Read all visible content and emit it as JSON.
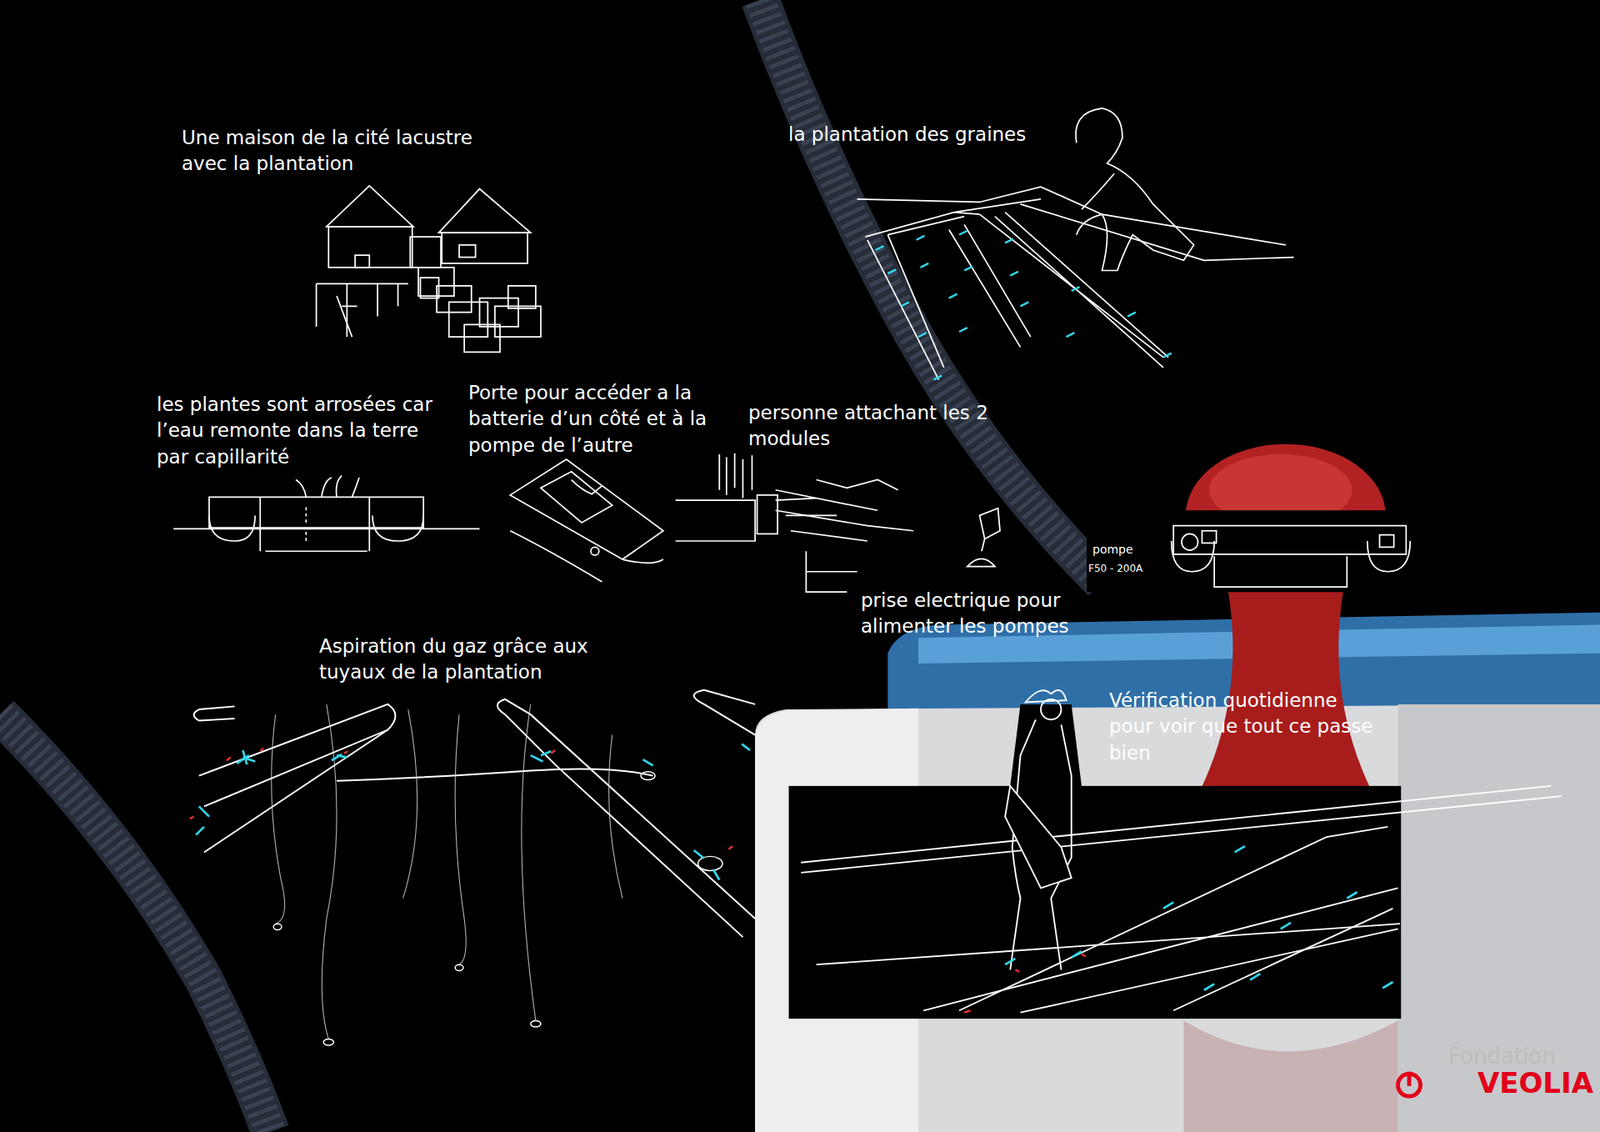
{
  "diagram": {
    "labels": [
      "Une maison de la cité lacustre avec la plantation",
      "la plantation des graines",
      "les plantes sont arrosées car l’eau remonte dans la terre par capillarité",
      "Porte pour accéder a la batterie d’un côté et à la pompe de l’autre",
      "personne attachant les 2 modules",
      "pompe",
      "F50 - 200A",
      "prise electrique pour alimenter les pompes",
      "Aspiration du gaz grâce aux tuyaux de la plantation",
      "Vérification quotidienne pour voir que tout ce passe bien",
      "Fondation",
      "VEOLIA"
    ]
  }
}
